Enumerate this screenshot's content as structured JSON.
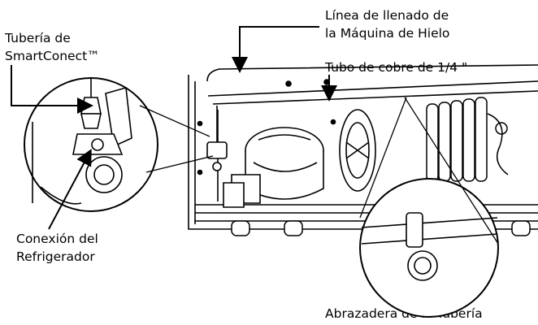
{
  "labels": {
    "ice_maker_line": [
      "Línea de llenado de",
      "la Máquina de Hielo"
    ],
    "smartconnect_tubing": [
      "Tubería de",
      "SmartConect™"
    ],
    "copper_tube": "Tubo de cobre de 1/4 \"",
    "refrigerator_connection": [
      "Conexión del",
      "Refrigerador"
    ],
    "tubing_clamp": "Abrazadera de la Tubería"
  }
}
